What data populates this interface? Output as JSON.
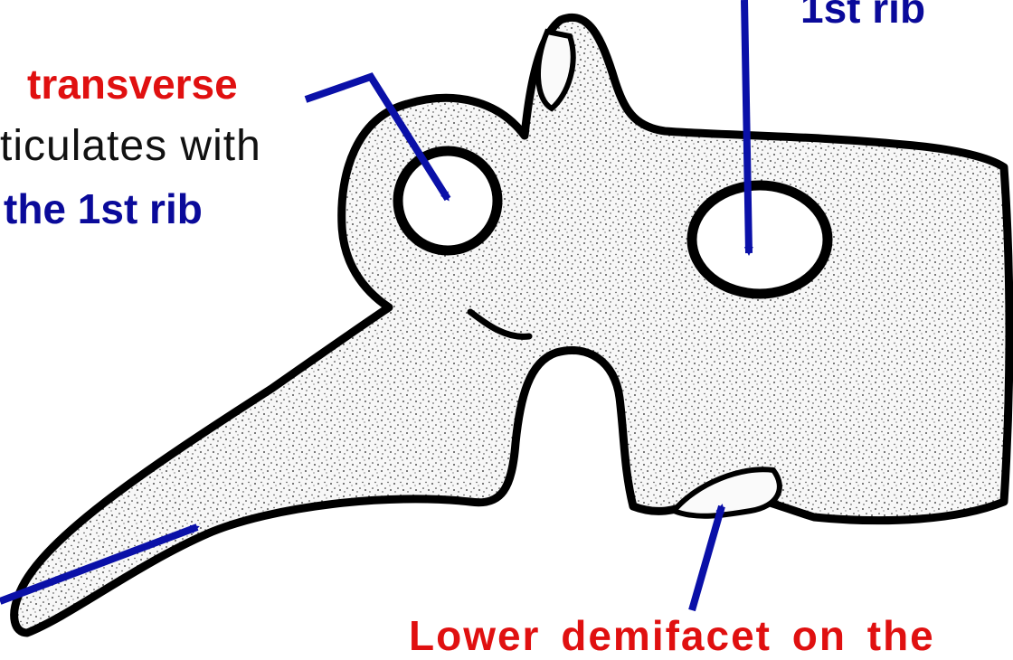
{
  "labels": {
    "transverse": "transverse",
    "articulates": "ticulates with",
    "first_rib_left": "the 1st rib",
    "first_rib_top": "1st rib",
    "lower_demifacet": "Lower demifacet on the"
  },
  "colors": {
    "red": "#e01010",
    "blue": "#0a0a9a",
    "black": "#111111",
    "arrow": "#0a10a8",
    "bone_fill": "#f7f7f7",
    "outline": "#000000"
  }
}
